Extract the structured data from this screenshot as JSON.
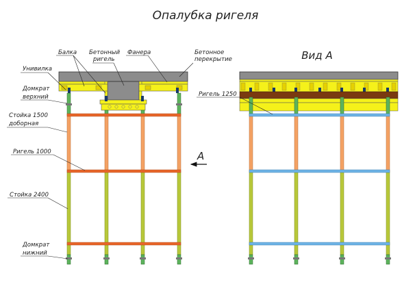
{
  "title": "Опалубка ригеля",
  "view_title": "Вид А",
  "arrow_label": "А",
  "labels": {
    "balka": "Балка",
    "betonny": "Бетонный",
    "rigel_word": "ригель",
    "fanera": "Фанера",
    "betonnoe": "Бетонное",
    "perekrytie": "перекрытие",
    "univilka": "Унивилка",
    "domkrat_top": "Домкрат",
    "verkhny": "верхний",
    "stoyka_1500": "Стойка 1500",
    "dobornaya": "доборная",
    "rigel_1000": "Ригель 1000",
    "stoyka_2400": "Стойка 2400",
    "domkrat_bottom": "Домкрат",
    "nizhny": "нижний",
    "rigel_1250": "Ригель 1250"
  },
  "colors": {
    "slab": "#8c8c8c",
    "yellow": "#f5f11a",
    "green": "#5db35d",
    "orange_post": "#f4a264",
    "olive_post": "#b8c83a",
    "orange_ledger": "#e8662a",
    "blue_ledger": "#6fb4e6",
    "brown": "#7a3a10"
  }
}
